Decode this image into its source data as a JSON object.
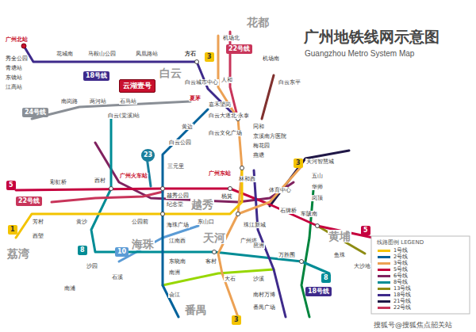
{
  "diagram": {
    "title": "广州地铁线网示意图",
    "nodes": [
      {
        "text": [
          "18号线"
        ]
      },
      {
        "text": [
          "24号线"
        ]
      },
      {
        "text": [
          "云湖壹号"
        ]
      },
      {
        "text": [
          "3"
        ]
      },
      {
        "text": [
          "22号线"
        ]
      },
      {
        "text": [
          "3"
        ]
      },
      {
        "text": [
          "23"
        ]
      },
      {
        "text": [
          "5"
        ]
      },
      {
        "text": [
          "22号线"
        ]
      },
      {
        "text": [
          "1"
        ]
      },
      {
        "text": [
          "8"
        ]
      },
      {
        "text": [
          "10"
        ]
      },
      {
        "text": [
          "5"
        ]
      },
      {
        "text": [
          "8"
        ]
      },
      {
        "text": [
          "18号线"
        ]
      },
      {
        "text": [
          "3"
        ]
      }
    ],
    "labels": [
      "Guangzhou Metro System Map",
      "花都",
      "白云",
      "越秀",
      "海珠",
      "天河",
      "荔湾",
      "黄埔",
      "番禺",
      "广州北站",
      "秀全公园",
      "青塘站",
      "东镜站",
      "江高站",
      "花城南",
      "马鞍山公园",
      "凤凰路站",
      "方石",
      "机场北",
      "机场南",
      "人和",
      "白云城市中心",
      "白云东平",
      "南岗路",
      "两河站",
      "石马站",
      "白云(棠溪)站",
      "夏茅",
      "嘉禾望岗",
      "白云大道北·永泰",
      "黄边",
      "白云文化广场",
      "同和",
      "京溪南方医院",
      "梅花园",
      "燕塘",
      "白云公园",
      "三元里",
      "广州火车站",
      "广州东站",
      "天河智慧城",
      "五山",
      "华师",
      "岗顶",
      "体育中心",
      "石牌桥",
      "林和西",
      "西村",
      "彩虹桥",
      "越秀公园",
      "纪念堂",
      "公园前",
      "海珠广场",
      "东山口",
      "杨箕",
      "珠江新城",
      "广州塔",
      "黄沙",
      "芳村",
      "西塱",
      "沙园",
      "江南西",
      "东晓南",
      "南洲",
      "石溪",
      "客村",
      "琶洲",
      "万胜围",
      "车陂南",
      "鱼珠",
      "大沙地",
      "沙溪",
      "大石",
      "会江",
      "南村万博",
      "番禺广场",
      "南浦",
      "线路图例 LEGEND",
      "搜狐号@搜狐焦点韶关站"
    ],
    "legend": [
      {
        "text": "1号线",
        "color": "#f3c300"
      },
      {
        "text": "2号线",
        "color": "#00629b"
      },
      {
        "text": "3号线",
        "color": "#eca154"
      },
      {
        "text": "5号线",
        "color": "#c5003e"
      },
      {
        "text": "6号线",
        "color": "#80225f"
      },
      {
        "text": "8号线",
        "color": "#008c95"
      },
      {
        "text": "13号线",
        "color": "#8e8c13"
      },
      {
        "text": "18号线",
        "color": "#3e2a8b"
      },
      {
        "text": "21号线",
        "color": "#201747"
      },
      {
        "text": "22号线",
        "color": "#c8355a"
      }
    ]
  }
}
